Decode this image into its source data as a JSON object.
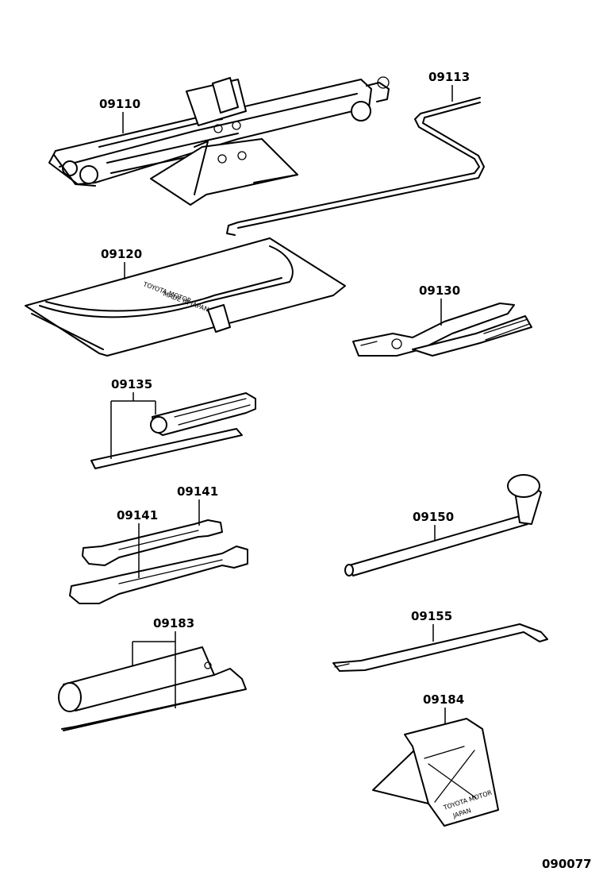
{
  "diagram_number": "090077",
  "parts": [
    {
      "id": "jack",
      "number": "09110"
    },
    {
      "id": "jack-handle",
      "number": "09113"
    },
    {
      "id": "tool-bag",
      "number": "09120",
      "bag_text_line1": "TOYOTA MOTOR",
      "bag_text_line2": "MADE IN JAPAN"
    },
    {
      "id": "pliers",
      "number": "09130"
    },
    {
      "id": "screwdriver",
      "number": "09135"
    },
    {
      "id": "wrench-small",
      "number": "09141"
    },
    {
      "id": "wrench-large",
      "number": "09141"
    },
    {
      "id": "wheel-nut-wrench",
      "number": "09150"
    },
    {
      "id": "spark-plug-wrench",
      "number": "09155"
    },
    {
      "id": "hub-nut-wrench",
      "number": "09183"
    },
    {
      "id": "wheel-chock",
      "number": "09184",
      "chock_text_line1": "TOYOTA MOTOR",
      "chock_text_line2": "JAPAN"
    }
  ]
}
